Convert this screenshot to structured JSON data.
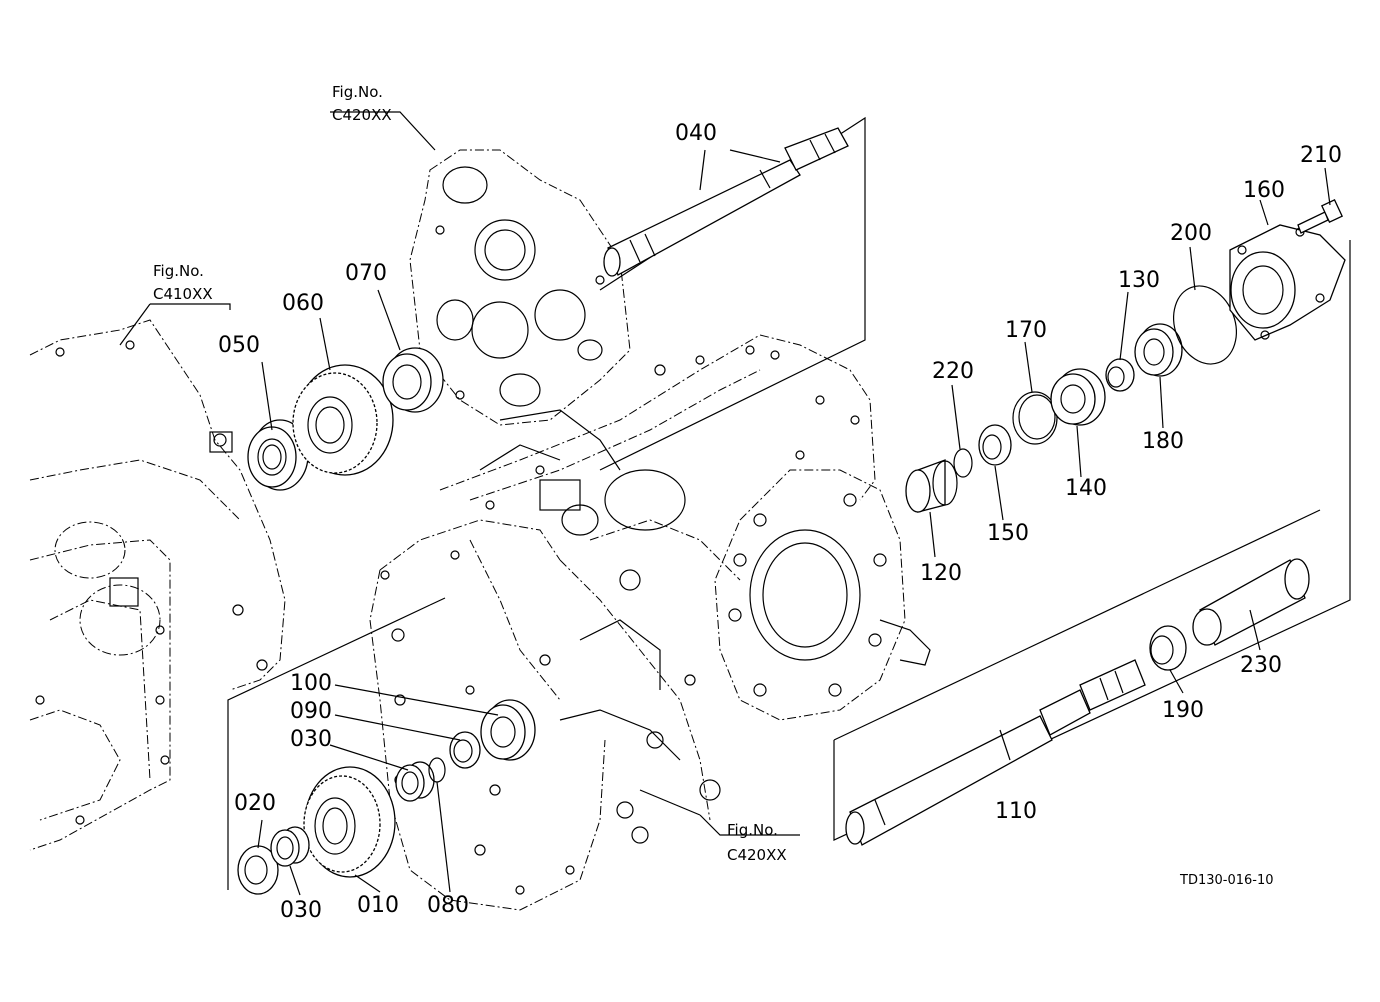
{
  "part_labels": {
    "p010": "010",
    "p020": "020",
    "p030a": "030",
    "p030b": "030",
    "p040": "040",
    "p050": "050",
    "p060": "060",
    "p070": "070",
    "p080": "080",
    "p090": "090",
    "p100": "100",
    "p110": "110",
    "p120": "120",
    "p130": "130",
    "p140": "140",
    "p150": "150",
    "p160": "160",
    "p170": "170",
    "p180": "180",
    "p190": "190",
    "p200": "200",
    "p210": "210",
    "p220": "220",
    "p230": "230"
  },
  "fig_refs": {
    "top": {
      "line1": "Fig.No.",
      "line2": "C420XX"
    },
    "left": {
      "line1": "Fig.No.",
      "line2": "C410XX"
    },
    "bottom": {
      "line1": "Fig.No.",
      "line2": "C420XX"
    }
  },
  "drawing_code": "TD130-016-10"
}
